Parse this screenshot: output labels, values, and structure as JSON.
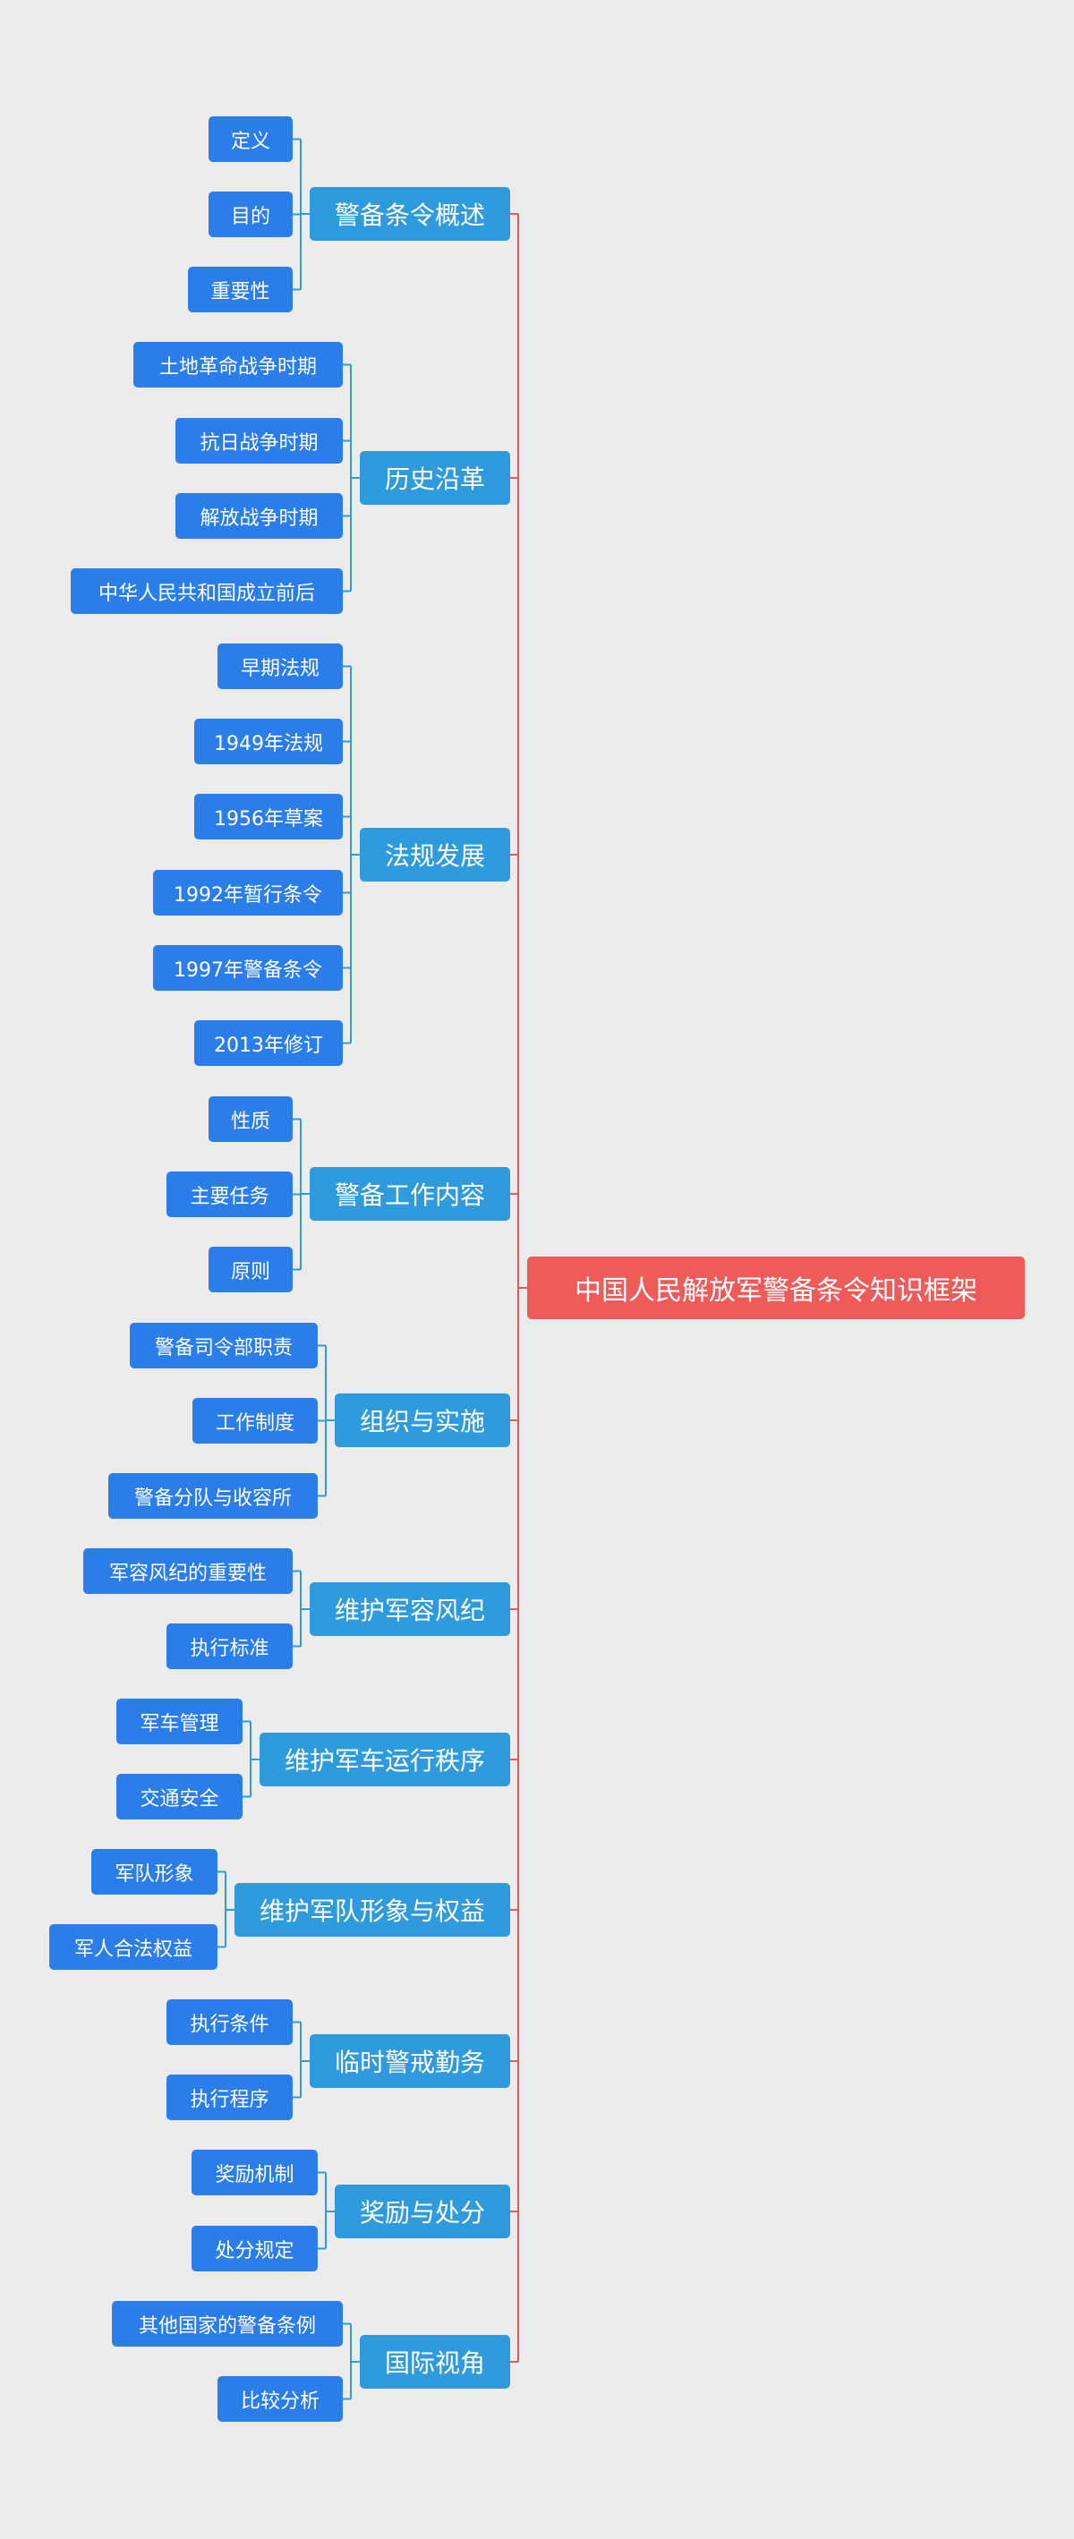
{
  "root": {
    "label": "中国人民解放军警备条令知识框架",
    "color": "#ef5b58"
  },
  "colors": {
    "background": "#ececed",
    "branch": "#2f9bdc",
    "leaf": "#2b7de9",
    "branch_connector": "#e05a5a",
    "leaf_connector": "#2f9bdc"
  },
  "branches": [
    {
      "label": "警备条令概述",
      "children": [
        "定义",
        "目的",
        "重要性"
      ]
    },
    {
      "label": "历史沿革",
      "children": [
        "土地革命战争时期",
        "抗日战争时期",
        "解放战争时期",
        "中华人民共和国成立前后"
      ]
    },
    {
      "label": "法规发展",
      "children": [
        "早期法规",
        "1949年法规",
        "1956年草案",
        "1992年暂行条令",
        "1997年警备条令",
        "2013年修订"
      ]
    },
    {
      "label": "警备工作内容",
      "children": [
        "性质",
        "主要任务",
        "原则"
      ]
    },
    {
      "label": "组织与实施",
      "children": [
        "警备司令部职责",
        "工作制度",
        "警备分队与收容所"
      ]
    },
    {
      "label": "维护军容风纪",
      "children": [
        "军容风纪的重要性",
        "执行标准"
      ]
    },
    {
      "label": "维护军车运行秩序",
      "children": [
        "军车管理",
        "交通安全"
      ]
    },
    {
      "label": "维护军队形象与权益",
      "children": [
        "军队形象",
        "军人合法权益"
      ]
    },
    {
      "label": "临时警戒勤务",
      "children": [
        "执行条件",
        "执行程序"
      ]
    },
    {
      "label": "奖励与处分",
      "children": [
        "奖励机制",
        "处分规定"
      ]
    },
    {
      "label": "国际视角",
      "children": [
        "其他国家的警备条例",
        "比较分析"
      ]
    }
  ]
}
